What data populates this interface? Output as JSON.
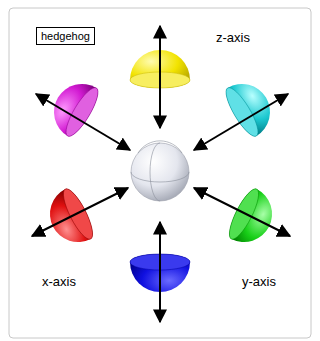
{
  "diagram": {
    "nodes": [
      {
        "text": [
          "hedgehog"
        ]
      }
    ],
    "labels": [
      "z-axis",
      "x-axis",
      "y-axis"
    ]
  }
}
